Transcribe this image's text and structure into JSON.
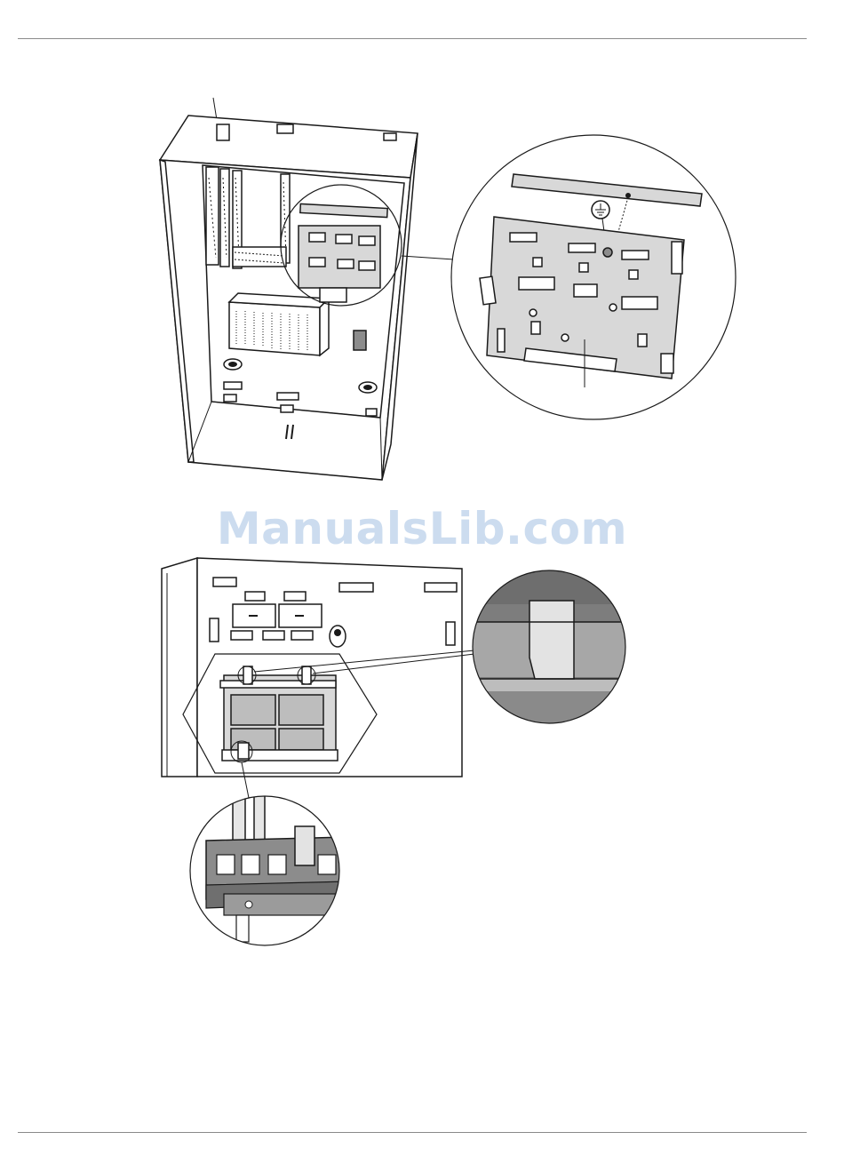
{
  "watermark": {
    "text": "ManualsLib.com"
  },
  "symbols": {
    "ground": "ground-symbol-icon"
  },
  "figures": [
    {
      "id": "figure-1",
      "subject": "enclosure-with-mounting-plate"
    },
    {
      "id": "figure-2",
      "subject": "module-snap-in-detail"
    }
  ]
}
